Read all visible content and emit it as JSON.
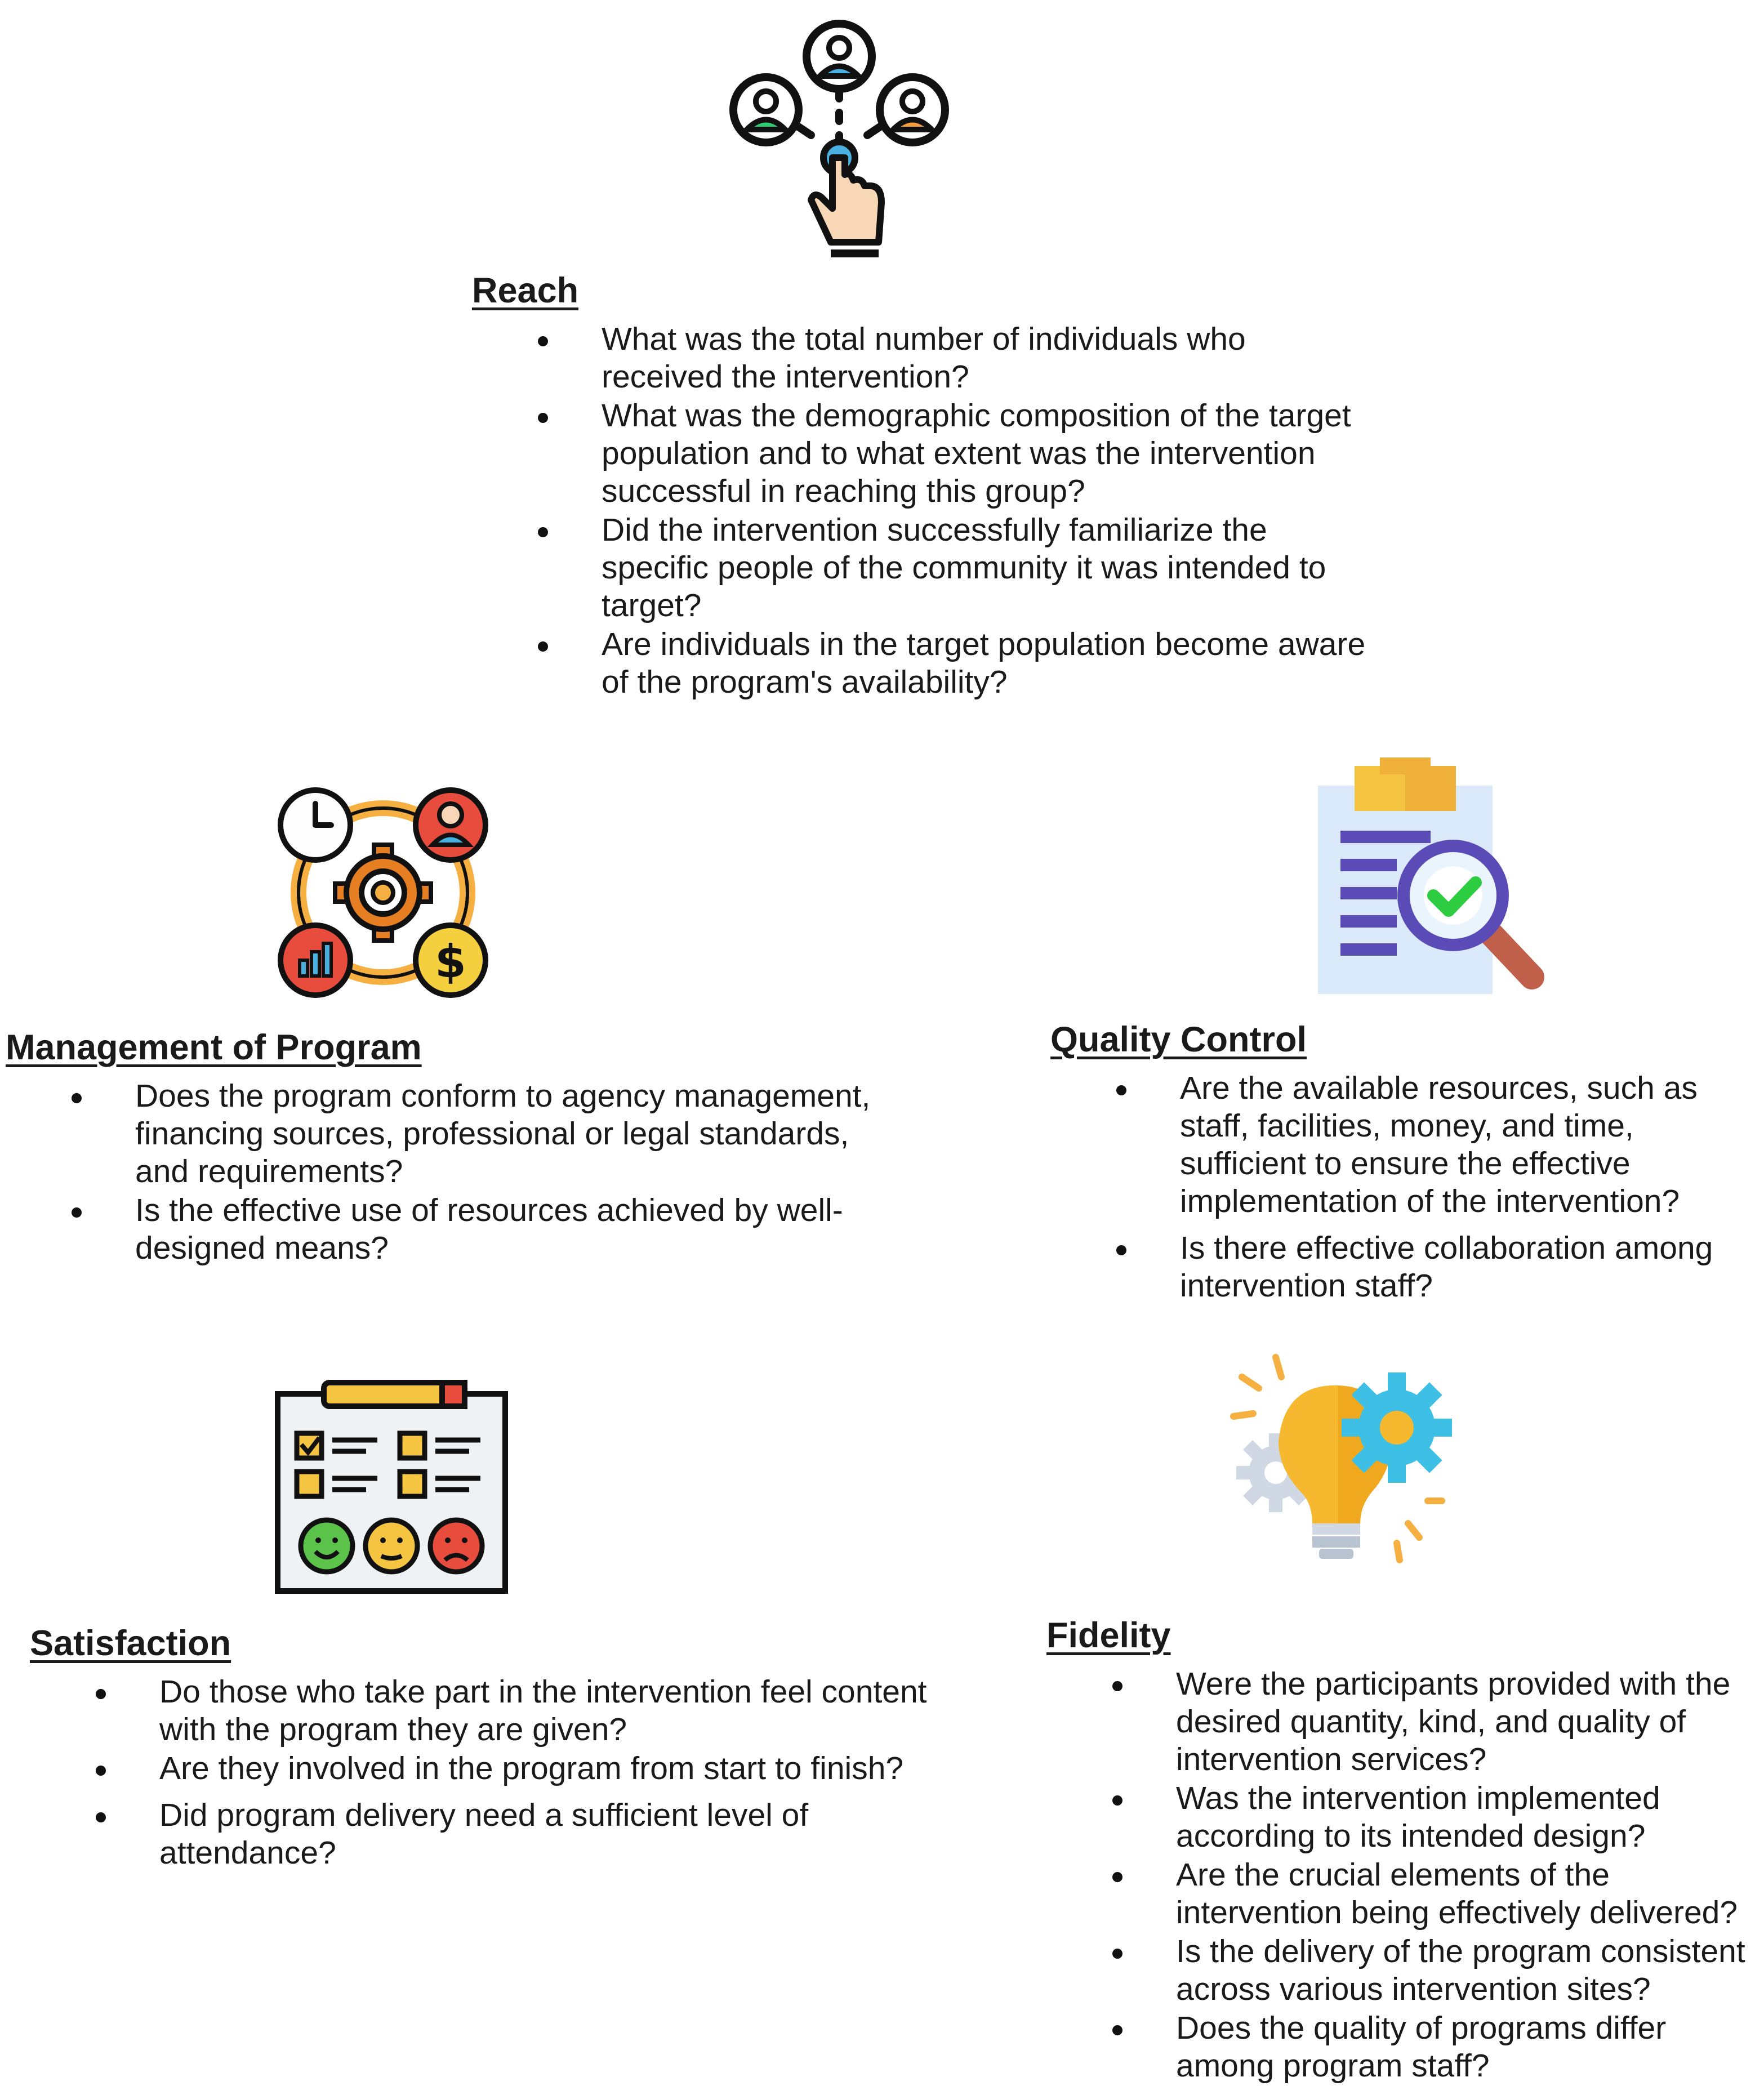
{
  "sections": {
    "reach": {
      "title": "Reach",
      "icon": "people-network-hand-icon",
      "items": [
        "What was the total number of individuals who received the intervention?",
        "What was the demographic composition of the target population and to what extent was the intervention successful in reaching this group?",
        "Did the intervention successfully familiarize the specific people of the community it was intended to target?",
        "Are individuals in the target population become aware of the program's availability?"
      ]
    },
    "management": {
      "title": "Management of Program",
      "icon": "management-cycle-icon",
      "items": [
        "Does the program conform to agency management, financing sources, professional or legal standards, and requirements?",
        "Is the effective use of resources achieved by well-designed means?"
      ]
    },
    "quality_control": {
      "title": "Quality Control",
      "icon": "clipboard-magnifier-check-icon",
      "items": [
        "Are the available resources, such as staff, facilities, money, and time, sufficient to ensure the effective implementation of the intervention?",
        "Is there effective collaboration among intervention staff?"
      ]
    },
    "satisfaction": {
      "title": "Satisfaction",
      "icon": "feedback-survey-clipboard-icon",
      "items": [
        "Do those who take part in the intervention feel content with the program they are given?",
        "Are they involved in the program from start to finish?",
        "Did program delivery need a sufficient level of attendance?"
      ]
    },
    "fidelity": {
      "title": "Fidelity",
      "icon": "lightbulb-gears-icon",
      "items": [
        "Were the participants provided with the desired quantity, kind, and quality of intervention services?",
        "Was the intervention implemented according to its intended design?",
        "Are the crucial elements of the intervention being effectively delivered?",
        "Is the delivery of the program consistent across various intervention sites?",
        "Does the quality of programs differ among program staff?"
      ]
    }
  }
}
